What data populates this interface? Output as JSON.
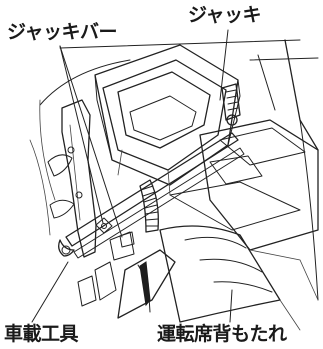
{
  "labels": {
    "jack_bar": "ジャッキバー",
    "jack": "ジャッキ",
    "tools": "車載工具",
    "seatback": "運転席背もたれ"
  }
}
